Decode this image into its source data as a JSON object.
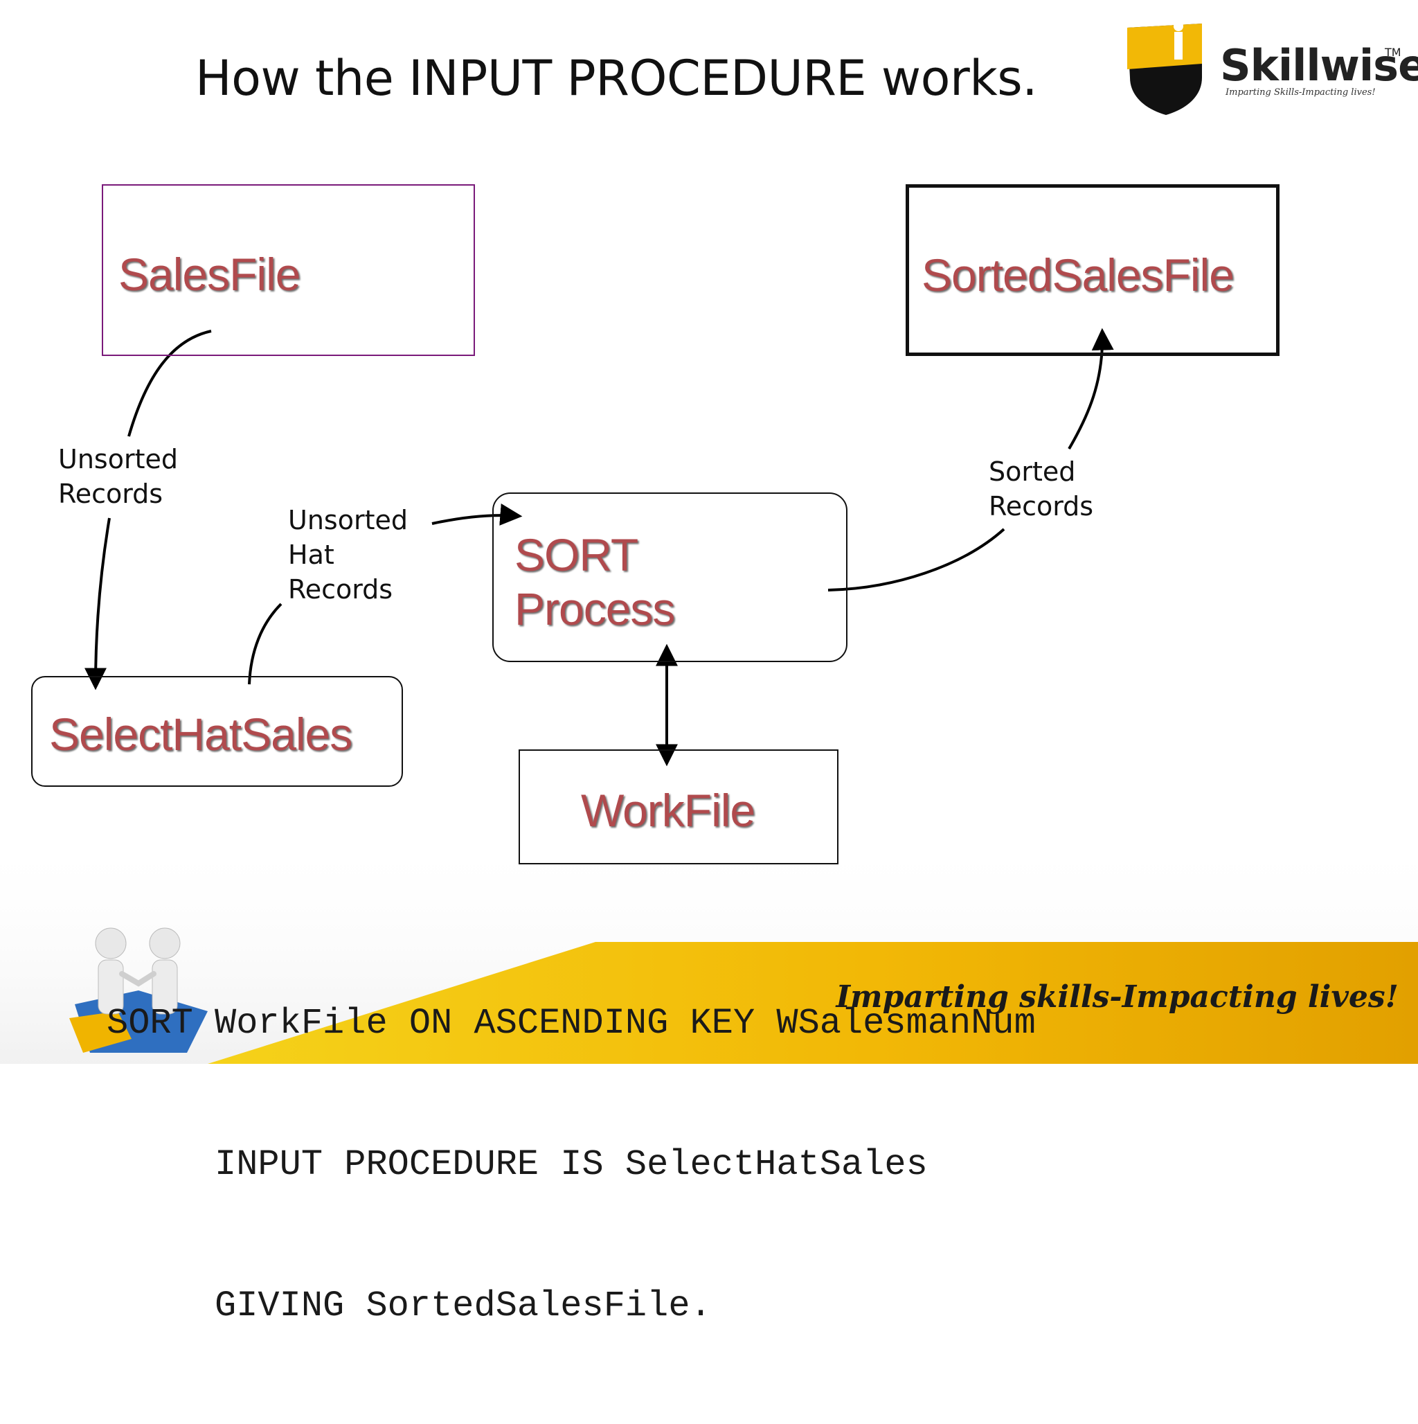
{
  "slide": {
    "title": "How the INPUT PROCEDURE works.",
    "brand": {
      "name": "Skillwise",
      "trademark": "TM",
      "tagline_small": "Imparting Skills-Impacting lives!"
    },
    "footer_tagline": "Imparting skills-Impacting lives!"
  },
  "diagram": {
    "nodes": {
      "sales_file": "SalesFile",
      "sorted_sales_file": "SortedSalesFile",
      "sort_process_line1": "SORT",
      "sort_process_line2": "Process",
      "select_hat_sales": "SelectHatSales",
      "work_file": "WorkFile"
    },
    "edges": {
      "unsorted_records": "Unsorted\nRecords",
      "unsorted_hat_records": "Unsorted\nHat\nRecords",
      "sorted_records": "Sorted\nRecords"
    }
  },
  "code": {
    "line1": "SORT WorkFile ON ASCENDING KEY WSalesmanNum",
    "line2": "     INPUT PROCEDURE IS SelectHatSales",
    "line3": "     GIVING SortedSalesFile."
  },
  "colors": {
    "node_text": "#b04a4d",
    "sales_box_border": "#7a1a7a",
    "footer_band": "#f0b400"
  }
}
